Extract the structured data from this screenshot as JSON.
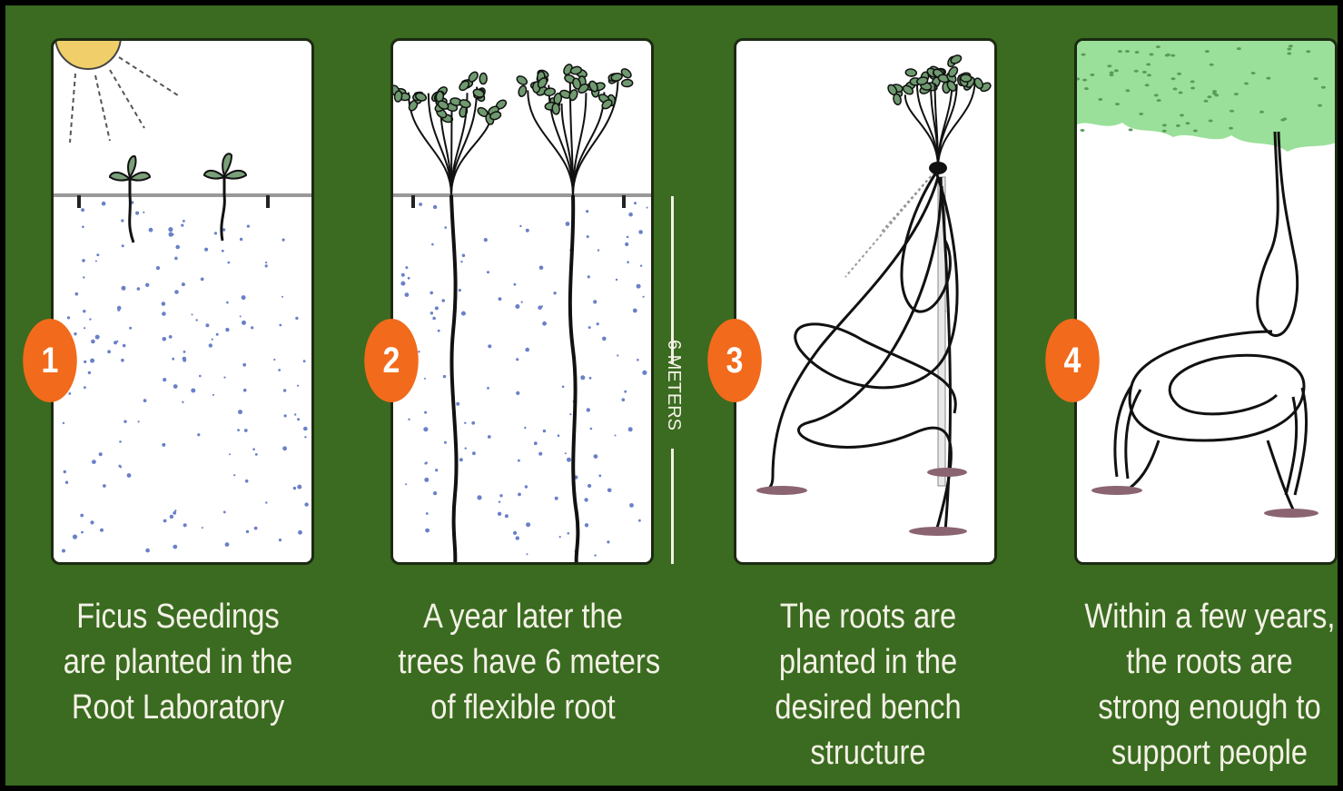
{
  "steps": [
    {
      "number": "1",
      "caption": [
        "Ficus Seedings",
        "are planted in the",
        "Root Laboratory"
      ]
    },
    {
      "number": "2",
      "caption": [
        "A year later the",
        "trees have 6 meters",
        "of flexible root"
      ]
    },
    {
      "number": "3",
      "caption": [
        "The roots are",
        "planted in the",
        "desired bench",
        "structure"
      ]
    },
    {
      "number": "4",
      "caption": [
        "Within a few years,",
        "the roots are",
        "strong enough to",
        "support people"
      ]
    }
  ],
  "scale_label": "6 METERS",
  "colors": {
    "background": "#3a6b20",
    "badge": "#f26a1b",
    "caption_text": "#f4f1e6",
    "panel": "#ffffff",
    "mist": "#6a80c8",
    "leaf": "#9ae09a"
  }
}
